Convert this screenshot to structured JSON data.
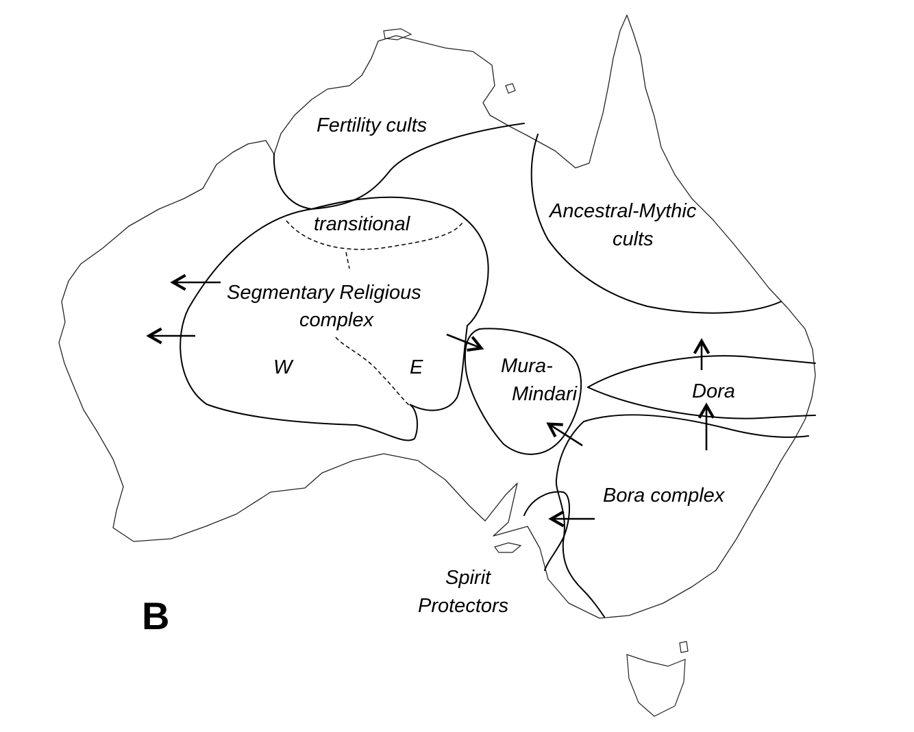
{
  "figure": {
    "panel_letter": "B"
  },
  "regions": {
    "fertility": "Fertility cults",
    "transitional": "transitional",
    "ancestral_line1": "Ancestral-Mythic",
    "ancestral_line2": "cults",
    "segmentary_line1": "Segmentary Religious",
    "segmentary_line2": "complex",
    "west": "W",
    "east": "E",
    "mura_line1": "Mura-",
    "mura_line2": "Mindari",
    "dora": "Dora",
    "bora": "Bora complex",
    "spirit_line1": "Spirit",
    "spirit_line2": "Protectors"
  }
}
